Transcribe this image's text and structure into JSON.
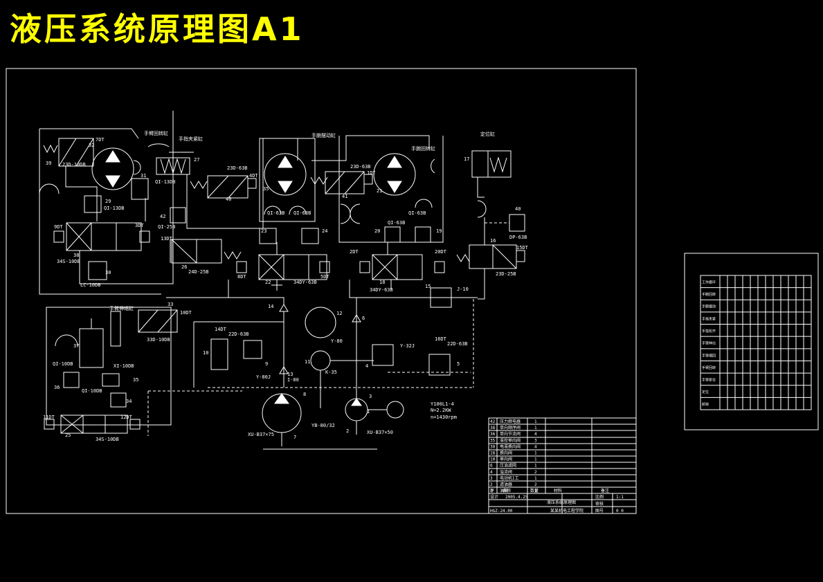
{
  "title": "液压系统原理图A1",
  "labels": {
    "c39": "39",
    "c32": "32",
    "v7dt": "7DT",
    "v23d10b": "23D-10DB",
    "c31": "31",
    "c29": "29",
    "qi13b_a": "QI-13DB",
    "rot_arm": "手臂回转缸",
    "clamp": "手指夹紧缸",
    "c27": "27",
    "qi13b_b": "QI-13DB",
    "v23d63b_a": "23D-63B",
    "v4dt": "4DT",
    "c40": "40",
    "c35": "35",
    "c42": "42",
    "qi25b": "QI-25B",
    "qi63b_a": "QI-63B",
    "qi63b_b": "QI-63B",
    "c23": "23",
    "c24": "24",
    "v3dt": "3DT",
    "c26": "26",
    "v24d25b": "24D-25B",
    "c8dt": "8DT",
    "c22": "22",
    "v34dy63b": "34DY-63B",
    "v5dt": "5DT",
    "v13dt": "13DT",
    "v9dt": "9DT",
    "c38": "38",
    "v34s10b": "34S-10DB",
    "c30": "30",
    "lc10b": "LC-10DB",
    "wrist": "手腕摆动缸",
    "v23d63b_b": "23D-63B",
    "v1dt": "1DT",
    "c41": "41",
    "c21": "21",
    "c20": "20",
    "qi63b_c": "QI-63B",
    "qi63b_d": "QI-63B",
    "c19": "19",
    "v2dt": "2DT",
    "c18": "18",
    "v34dy63b_b": "34DY-63B",
    "v20dt": "20DT",
    "pos": "定位缸",
    "wrist_rot": "手腕回转缸",
    "c17": "17",
    "c16": "16",
    "v15dt": "15DT",
    "v23d25b": "23D-25B",
    "c40b": "40",
    "dp63b": "DP-63B",
    "c15": "15",
    "j10": "J-10",
    "arm_ext": "手臂伸缩缸",
    "c33": "33",
    "v10dt": "10DT",
    "v33d10b": "33D-10DB",
    "c37": "37",
    "qi10b_a": "QI-10DB",
    "xi10b": "XI-10DB",
    "c36": "36",
    "c34": "34",
    "c35b": "35",
    "qi10b_b": "QI-10DB",
    "v11dt": "11DT",
    "v12dt": "12DT",
    "c25": "25",
    "v34s10b_b": "34S-10DB",
    "c14": "14",
    "c12": "12",
    "c6": "6",
    "c9": "9",
    "c10": "10",
    "v14dt": "14DT",
    "v22d63b": "22D-63B",
    "y80": "Y-80",
    "c11": "11",
    "c13": "13",
    "i80": "I-80",
    "y80j": "Y-80J",
    "k35": "K-35",
    "c4": "4",
    "y32j": "Y-32J",
    "v16dt": "16DT",
    "v22d63b_b": "22D-63B",
    "c5": "5",
    "c8": "8",
    "c3": "3",
    "c1": "1",
    "c2": "2",
    "c7": "7",
    "xu_l": "XU-B37×75",
    "yb": "YB-80/32",
    "xu_r": "XU-B37×50",
    "motor1": "Y100L1-4",
    "motor2": "N=2.2KW",
    "motor3": "n=1430rpm"
  },
  "bom": {
    "rows": [
      [
        "42",
        "压力继电器",
        "1",
        ""
      ],
      [
        "38",
        "单向顺序阀",
        "1",
        ""
      ],
      [
        "36",
        "单向节流阀",
        "4",
        ""
      ],
      [
        "35",
        "液控单向阀",
        "3",
        ""
      ],
      [
        "30",
        "电液换向阀",
        "4",
        ""
      ],
      [
        "18",
        "换向阀",
        "1",
        ""
      ],
      [
        "10",
        "单向阀",
        "1",
        ""
      ],
      [
        "6",
        "压油滤网",
        "1",
        ""
      ],
      [
        "4",
        "溢流阀",
        "2",
        ""
      ],
      [
        "3",
        "电动机I工",
        "1",
        ""
      ],
      [
        "2",
        "滤油器",
        "2",
        ""
      ],
      [
        "1",
        "油箱",
        "1",
        ""
      ]
    ],
    "head": [
      "序",
      "名称",
      "数量",
      "材料",
      "备注"
    ],
    "tb_design": "设计",
    "tb_date": "2005.4.25",
    "tb_title": "液压系统原理图",
    "tb_ratio_label": "比例",
    "tb_ratio": "1:1",
    "tb_check": "审核",
    "tb_no": "HGZ-24.00",
    "tb_school": "某某机电工程学院",
    "tb_sheet": "图号",
    "tb_sheet_no": "0 0"
  },
  "side_table": {
    "rows": [
      "工作循环",
      "手腕回转",
      "手腕摆动",
      "手指夹紧",
      "手指松开",
      "手臂伸出",
      "手臂缩回",
      "手臂回转",
      "手臂复位",
      "定位",
      "卸荷"
    ]
  }
}
